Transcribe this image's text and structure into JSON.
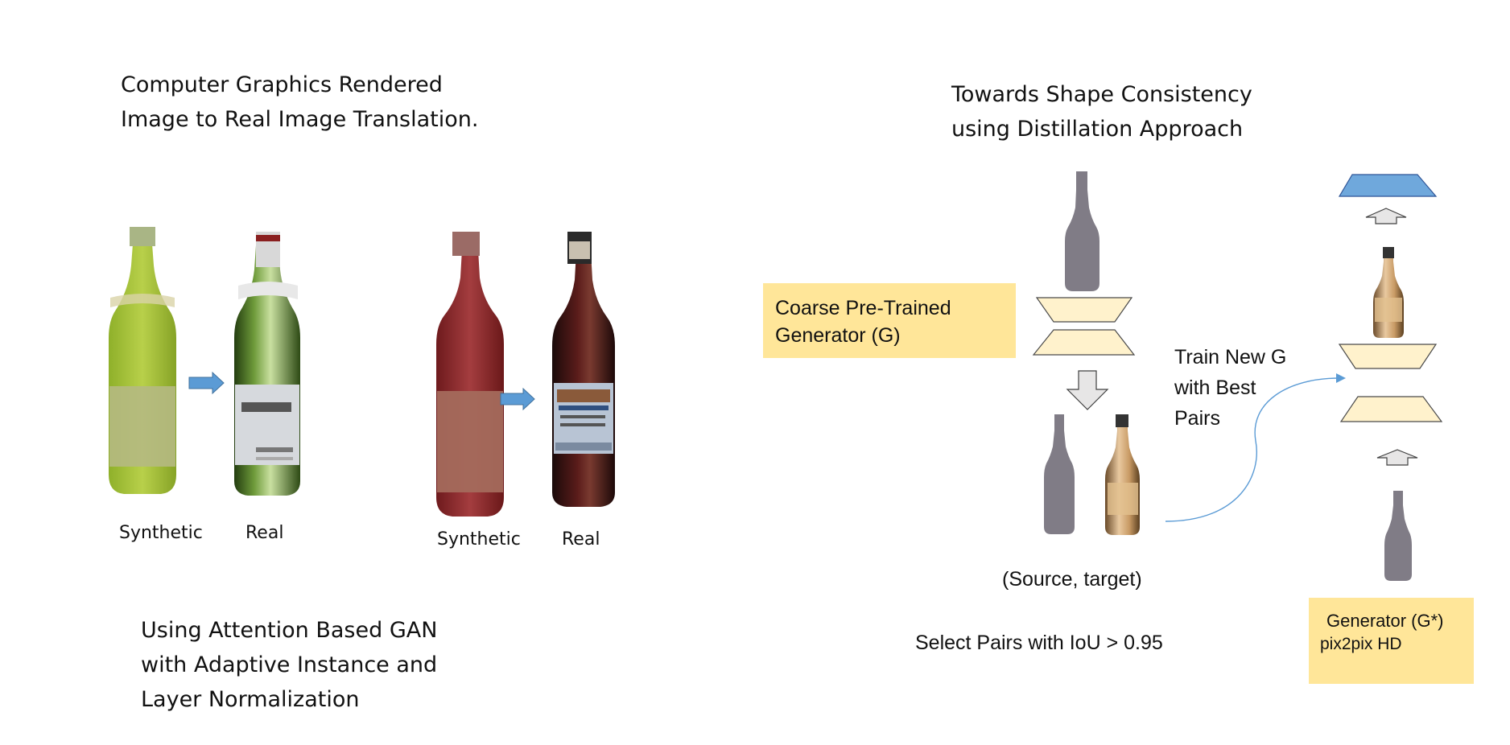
{
  "left": {
    "title": "Computer Graphics Rendered\nImage to Real Image Translation.",
    "pair1": {
      "synthetic_label": "Synthetic",
      "real_label": "Real"
    },
    "pair2": {
      "synthetic_label": "Synthetic",
      "real_label": "Real"
    },
    "method": "Using Attention Based GAN\nwith Adaptive Instance and\nLayer Normalization"
  },
  "right": {
    "title": "Towards Shape Consistency\nusing Distillation Approach",
    "coarse_generator": "Coarse Pre-Trained\nGenerator (G)",
    "train_label": "Train New G\nwith Best\nPairs",
    "source_target": "(Source, target)",
    "select_pairs": "Select Pairs with IoU > 0.95",
    "generator_star": "Generator (G*)",
    "pix2pix": "pix2pix HD"
  },
  "colors": {
    "yellow_box": "#ffe699",
    "trapezoid_fill": "#fff2cc",
    "arrow_blue": "#5b9bd5",
    "silhouette_grey": "#807c86",
    "top_trapezoid_blue": "#6fa8dc"
  }
}
